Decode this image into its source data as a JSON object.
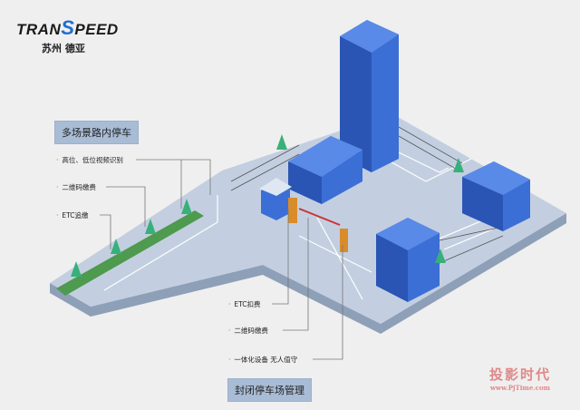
{
  "logo": {
    "brand_prefix": "TRAN",
    "brand_s": "S",
    "brand_suffix": "PEED",
    "subtitle": "苏州 德亚"
  },
  "section_open": {
    "title": "多场景路内停车",
    "callouts": [
      "高位、低位视频识别",
      "二维码缴费",
      "ETC追缴"
    ]
  },
  "section_closed": {
    "title": "封闭停车场管理",
    "callouts": [
      "ETC扣费",
      "二维码缴费",
      "一体化设备 无人值守"
    ]
  },
  "watermark": {
    "cn": "投影时代",
    "url": "www.PjTime.com"
  },
  "colors": {
    "building": "#3b6fd6",
    "building_dark": "#2a55b4",
    "ground": "#c3cfe0",
    "label_box": "#a9bcd6",
    "grass": "#4e9a4e"
  }
}
